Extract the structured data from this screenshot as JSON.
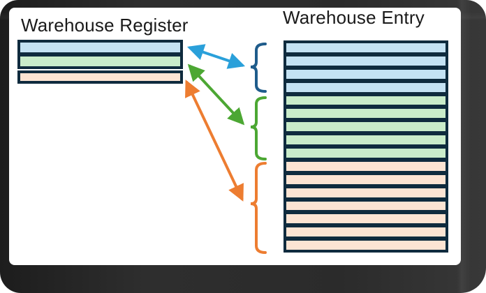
{
  "register": {
    "title": "Warehouse Register",
    "rows": [
      {
        "id": "blue",
        "fill": "#c4e2f3"
      },
      {
        "id": "green",
        "fill": "#c9ecca"
      },
      {
        "id": "orange",
        "fill": "#fce4d3"
      }
    ]
  },
  "entry": {
    "title": "Warehouse Entry",
    "groups": [
      {
        "id": "blue",
        "fill": "#c4e2f3",
        "rows": 4
      },
      {
        "id": "green",
        "fill": "#c9ecca",
        "rows": 5
      },
      {
        "id": "orange",
        "fill": "#fce4d3",
        "rows": 7
      }
    ]
  },
  "connectors": [
    {
      "id": "blue",
      "arrow_color": "#2aa0da",
      "brace_color": "#1f5c8b",
      "double_headed": true
    },
    {
      "id": "green",
      "arrow_color": "#4ca733",
      "brace_color": "#4ca733",
      "double_headed": true
    },
    {
      "id": "orange",
      "arrow_color": "#ed7d31",
      "brace_color": "#ed7d31",
      "double_headed": true
    }
  ],
  "colors": {
    "row_border": "#0f2b3e",
    "frame": "#2b2b2b",
    "panel_background": "#ffffff",
    "title_text": "#1a1a1a"
  }
}
